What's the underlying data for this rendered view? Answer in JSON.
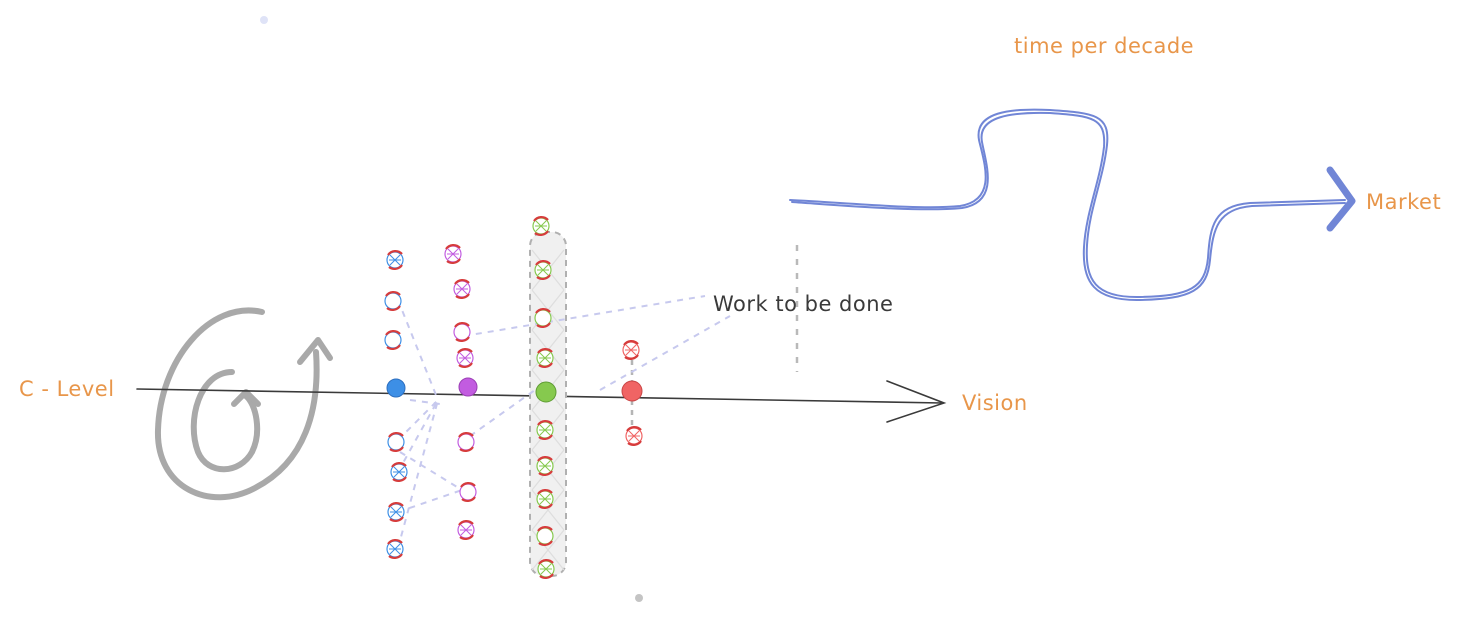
{
  "labels": {
    "c_level": "C - Level",
    "vision": "Vision",
    "work": "Work to be done",
    "time": "time per decade",
    "market": "Market"
  },
  "colors": {
    "orange": "#e8964a",
    "dark": "#3a3a3a",
    "wave": "#7186d6",
    "gray": "#a9a9a9",
    "blue": "#3d8fe6",
    "purple": "#c25ce0",
    "green": "#86c94e",
    "red": "#f06464",
    "ring": "#d63c3c",
    "dashed": "#c7c9ee"
  },
  "icons": {
    "spiral": "spiral-arrow-icon",
    "node": "filled-circle-icon",
    "token": "hatched-circle-icon"
  }
}
